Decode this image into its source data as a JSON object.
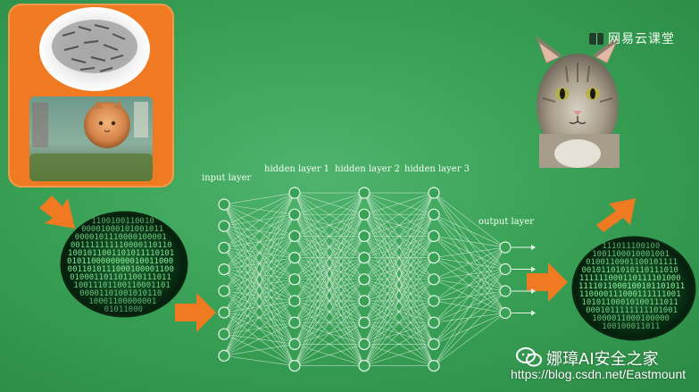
{
  "diagram": {
    "layers": [
      {
        "label": "input layer",
        "nodes": 8
      },
      {
        "label": "hidden layer 1",
        "nodes": 9
      },
      {
        "label": "hidden layer 2",
        "nodes": 9
      },
      {
        "label": "hidden layer 3",
        "nodes": 9
      },
      {
        "label": "output layer",
        "nodes": 4
      }
    ],
    "colors": {
      "background": "#3aa257",
      "orange": "#f07a22",
      "node_stroke": "#e8f6ea",
      "edge": "#cde9d3"
    }
  },
  "images": {
    "newspapers": "newspaper-pile",
    "cat_ball": "cat-photo",
    "cat_output": "cat-face",
    "binary_left": "binary-data",
    "binary_right": "binary-data"
  },
  "branding": {
    "logo_text": "网易云课堂",
    "watermark_name": "娜璋AI安全之家",
    "watermark_url": "https://blog.csdn.net/Eastmount"
  }
}
